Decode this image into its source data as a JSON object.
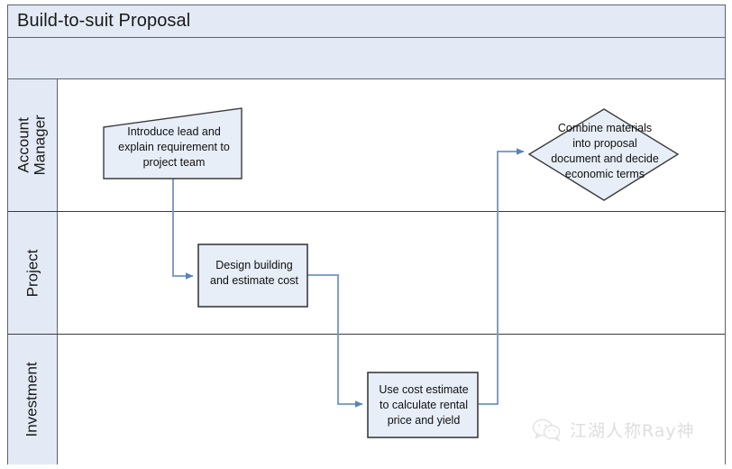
{
  "diagram": {
    "title": "Build-to-suit Proposal",
    "type": "swimlane-flowchart",
    "colors": {
      "band_fill": "#e3eaf5",
      "band_border": "#5a6272",
      "node_fill": "#e8eef7",
      "node_border": "#3c3c3c",
      "connector": "#6f94c8",
      "lane_divider": "#3c3c3c",
      "watermark": "#d9d9d9"
    },
    "lanes": [
      {
        "id": "lane-account-manager",
        "label": "Account\nManager",
        "multiline": true
      },
      {
        "id": "lane-project",
        "label": "Project",
        "multiline": false
      },
      {
        "id": "lane-investment",
        "label": "Investment",
        "multiline": false
      }
    ],
    "nodes": [
      {
        "id": "node-intro",
        "lane": "lane-account-manager",
        "shape": "manual-input",
        "text": "Introduce lead and\nexplain requirement to\nproject team"
      },
      {
        "id": "node-design",
        "lane": "lane-project",
        "shape": "process",
        "text": "Design building\nand estimate cost"
      },
      {
        "id": "node-cost",
        "lane": "lane-investment",
        "shape": "process",
        "text": "Use cost estimate\nto calculate rental\nprice and yield"
      },
      {
        "id": "node-combine",
        "lane": "lane-account-manager",
        "shape": "decision",
        "text": "Combine materials\ninto proposal\ndocument and decide\neconomic terms"
      }
    ],
    "connectors": [
      {
        "id": "conn-intro-design",
        "from": "node-intro",
        "to": "node-design"
      },
      {
        "id": "conn-design-cost",
        "from": "node-design",
        "to": "node-cost"
      },
      {
        "id": "conn-cost-combine",
        "from": "node-cost",
        "to": "node-combine"
      }
    ]
  },
  "watermark": {
    "icon": "wechat-icon",
    "text": "江湖人称Ray神"
  }
}
